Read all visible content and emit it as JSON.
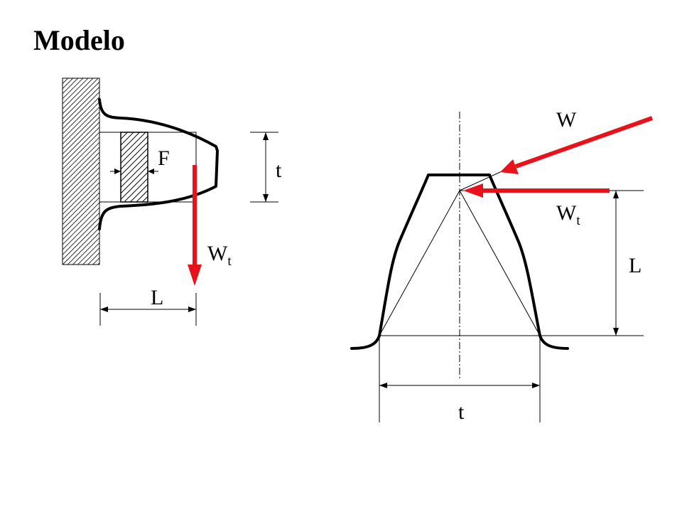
{
  "title": "Modelo",
  "left_figure": {
    "label_F": "F",
    "label_t": "t",
    "label_W": "W",
    "label_W_sub": "t",
    "label_L": "L"
  },
  "right_figure": {
    "label_W": "W",
    "label_Wt": "W",
    "label_Wt_sub": "t",
    "label_L": "L",
    "label_t": "t"
  },
  "colors": {
    "force_arrow": "#e8121a",
    "outline": "#000000",
    "background": "#ffffff"
  }
}
